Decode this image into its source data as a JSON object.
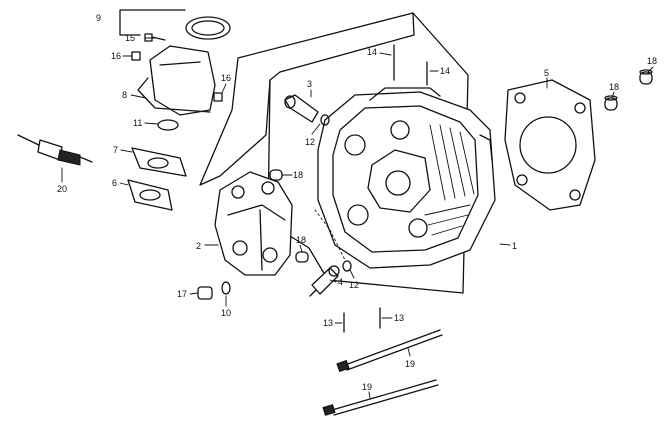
{
  "callouts": [
    {
      "id": "c1",
      "number": "1"
    },
    {
      "id": "c2",
      "number": "2"
    },
    {
      "id": "c3",
      "number": "3"
    },
    {
      "id": "c4",
      "number": "4"
    },
    {
      "id": "c5",
      "number": "5"
    },
    {
      "id": "c6",
      "number": "6"
    },
    {
      "id": "c7",
      "number": "7"
    },
    {
      "id": "c8",
      "number": "8"
    },
    {
      "id": "c9",
      "number": "9"
    },
    {
      "id": "c10",
      "number": "10"
    },
    {
      "id": "c11",
      "number": "11"
    },
    {
      "id": "c12a",
      "number": "12"
    },
    {
      "id": "c12b",
      "number": "12"
    },
    {
      "id": "c13a",
      "number": "13"
    },
    {
      "id": "c13b",
      "number": "13"
    },
    {
      "id": "c14a",
      "number": "14"
    },
    {
      "id": "c14b",
      "number": "14"
    },
    {
      "id": "c15",
      "number": "15"
    },
    {
      "id": "c16a",
      "number": "16"
    },
    {
      "id": "c16b",
      "number": "16"
    },
    {
      "id": "c17",
      "number": "17"
    },
    {
      "id": "c18a",
      "number": "18"
    },
    {
      "id": "c18b",
      "number": "18"
    },
    {
      "id": "c18c",
      "number": "18"
    },
    {
      "id": "c18d",
      "number": "18"
    },
    {
      "id": "c19a",
      "number": "19"
    },
    {
      "id": "c19b",
      "number": "19"
    },
    {
      "id": "c20",
      "number": "20"
    }
  ]
}
